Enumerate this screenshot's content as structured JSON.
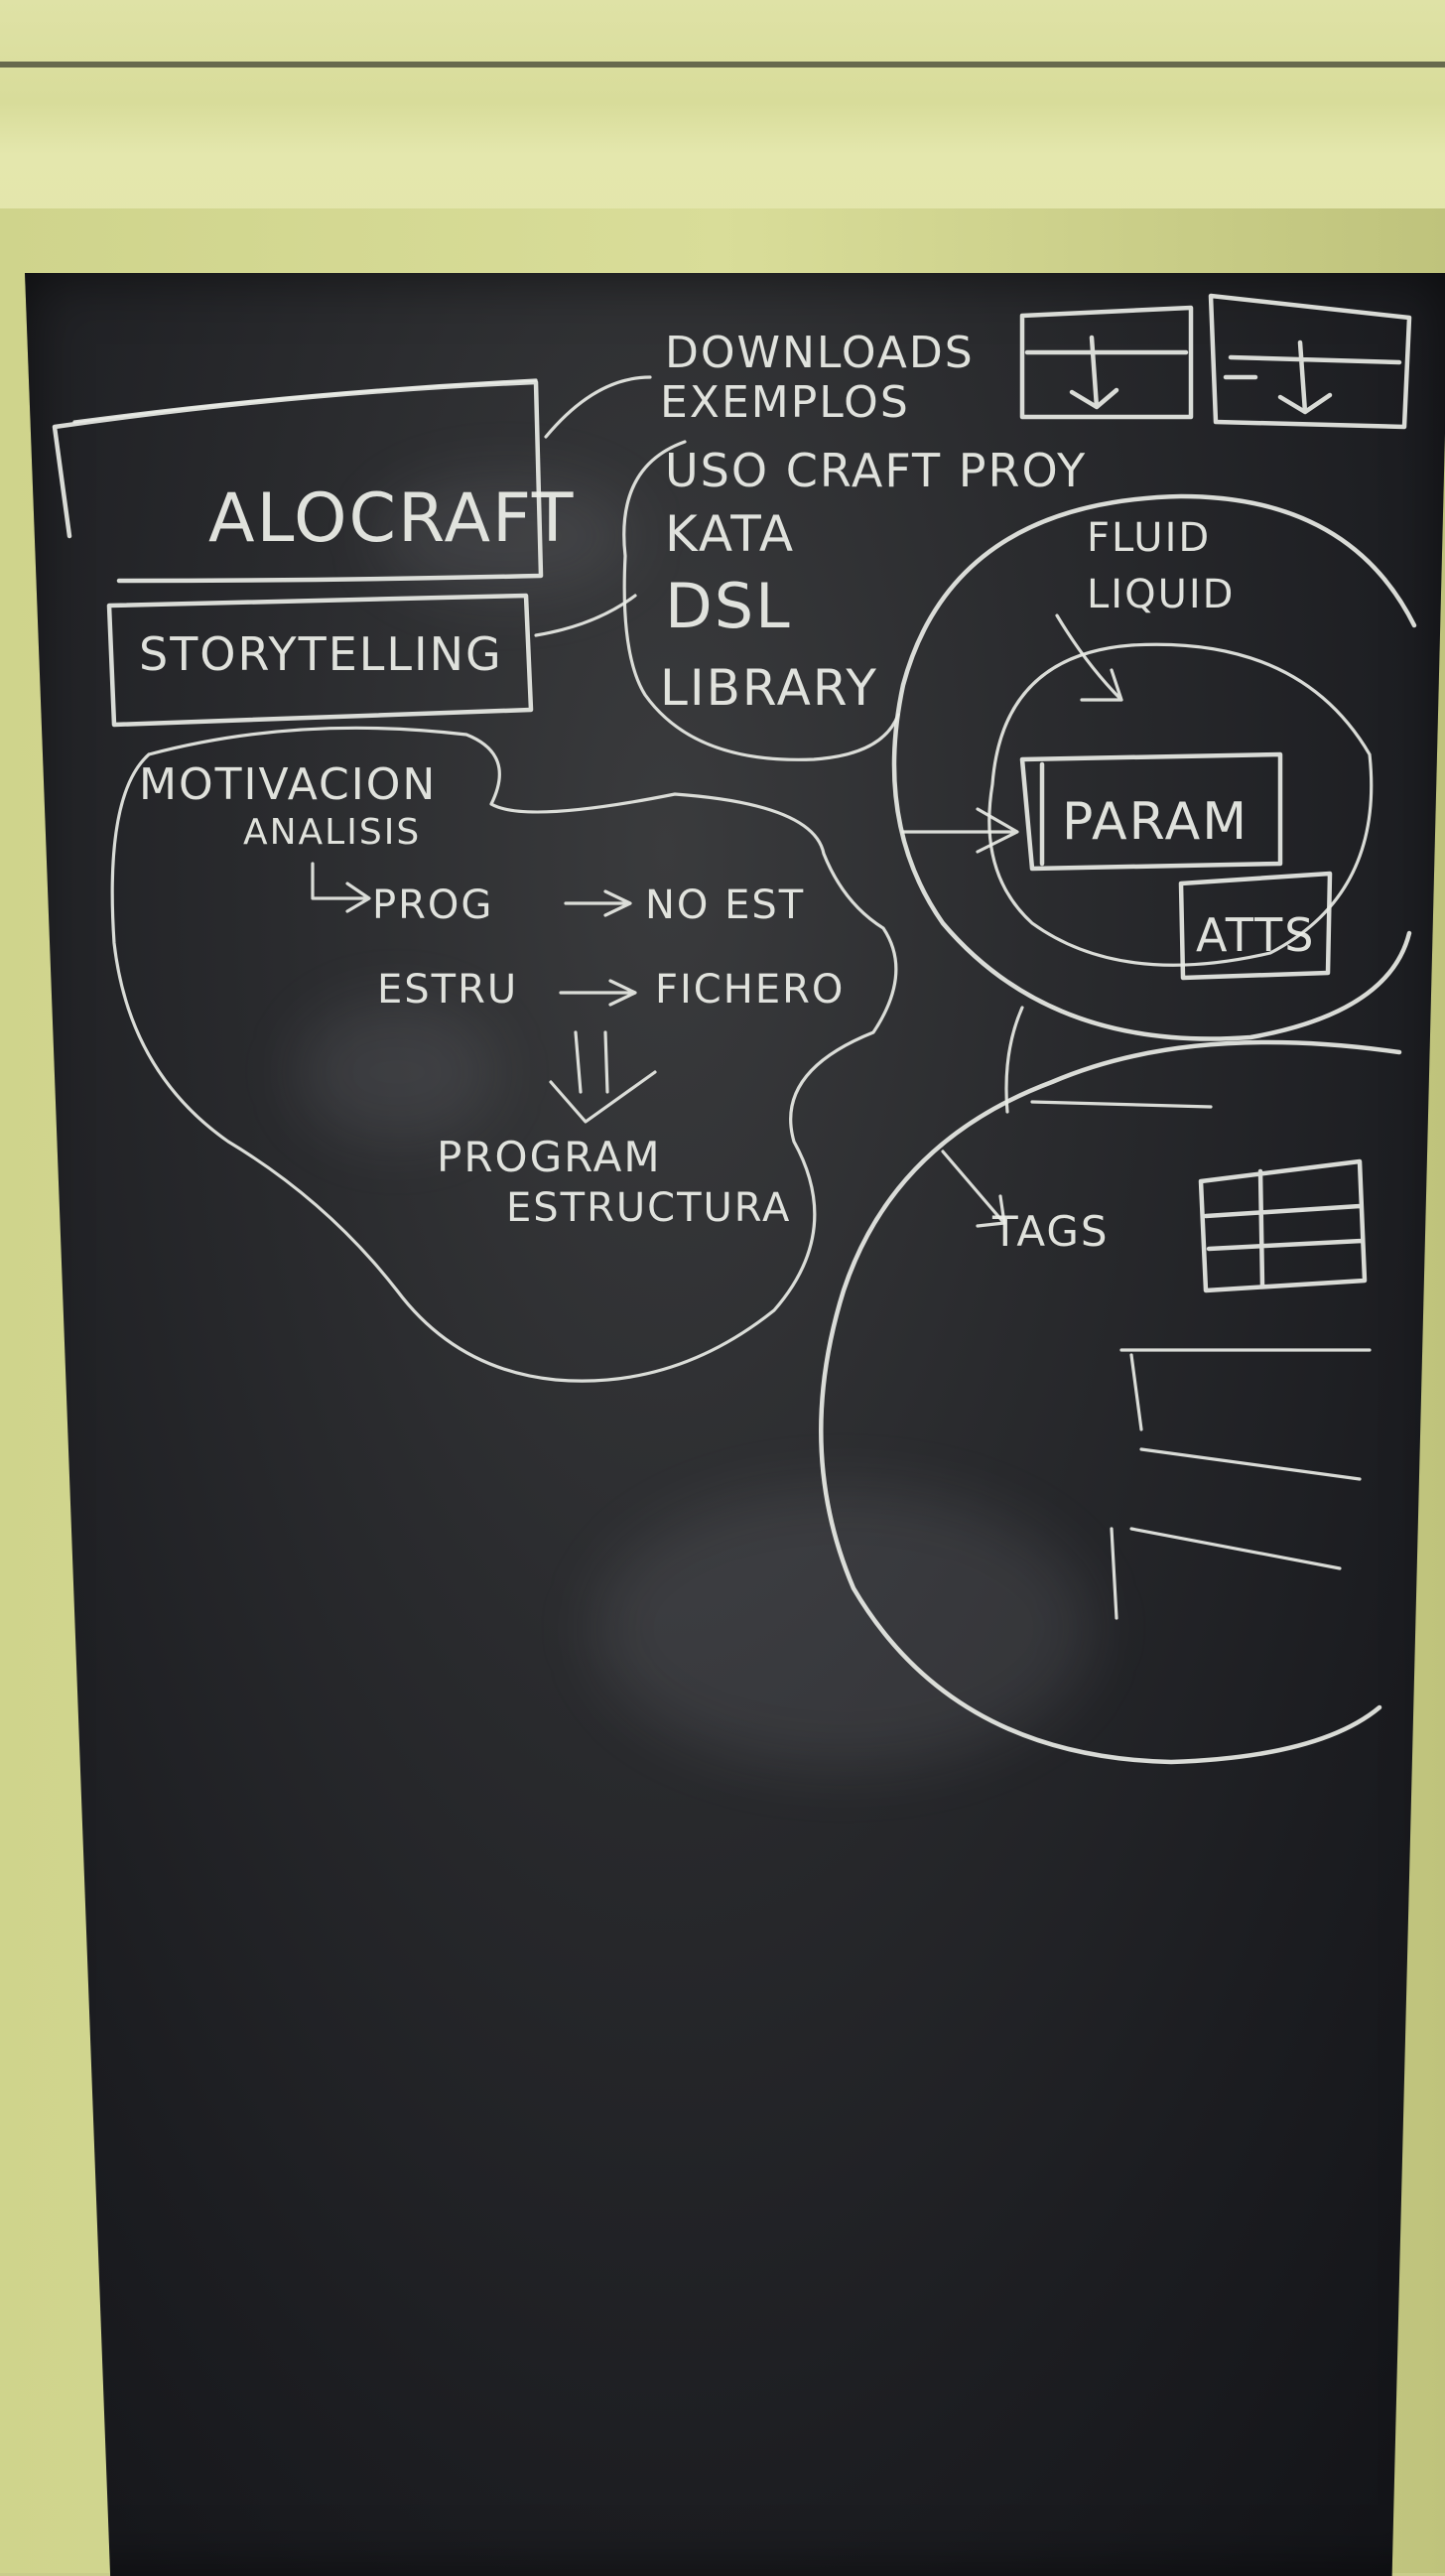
{
  "board": {
    "title": "ALOCRAFT",
    "storytelling": "STORYTELLING",
    "menu": [
      "DOWNLOADS",
      "EXEMPLOS",
      "USO CRAFT PROY",
      "KATA",
      "DSL",
      "LIBRARY"
    ],
    "motivation": {
      "heading": "MOTIVACION",
      "sub": "ANALISIS",
      "line1_left": "PROG",
      "line1_right": "NO EST",
      "line2_left": "ESTRU",
      "line2_right": "FICHERO",
      "result_1": "PROGRAM",
      "result_2": "ESTRUCTURA"
    },
    "circle_top": {
      "label_1": "FLUID",
      "label_2": "LIQUID",
      "box": "PARAM",
      "attrs": "ATTS"
    },
    "circle_bottom": {
      "tags": "TAGS"
    }
  }
}
